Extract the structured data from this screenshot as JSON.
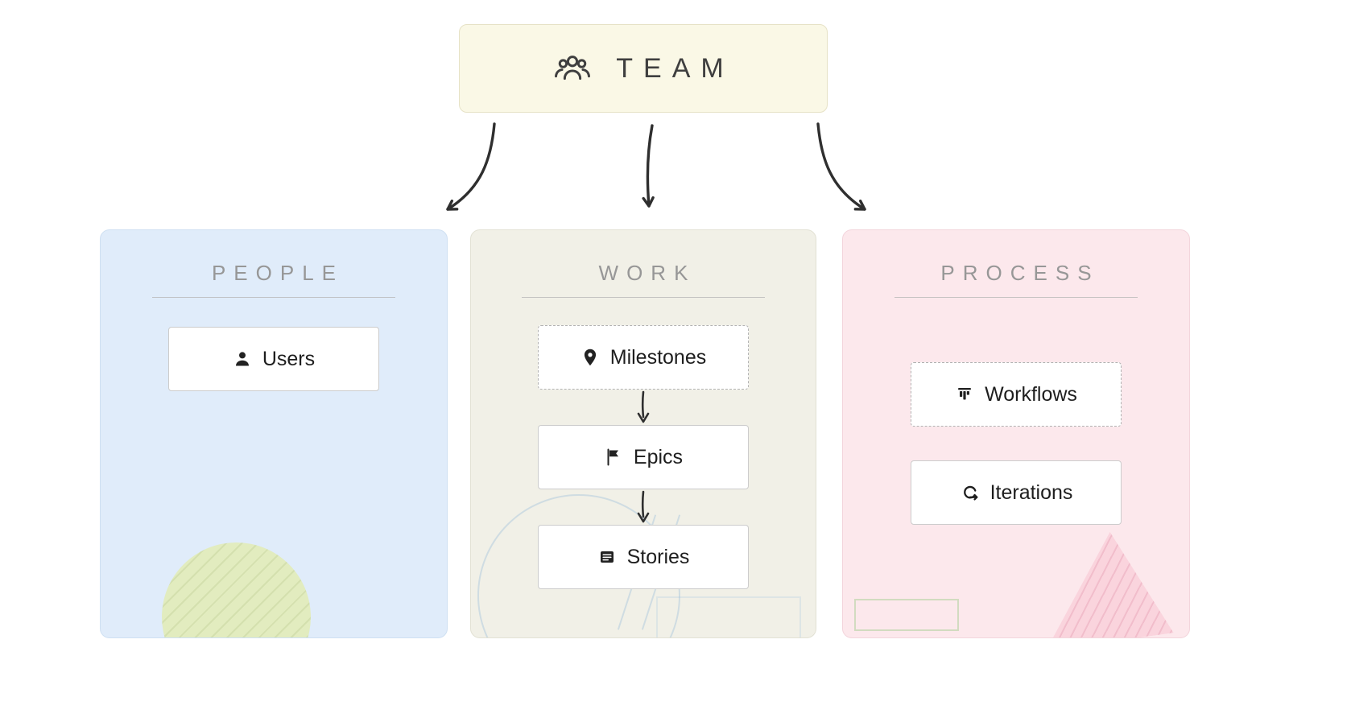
{
  "team": {
    "label": "TEAM",
    "icon": "team-people-icon"
  },
  "columns": [
    {
      "title": "PEOPLE",
      "items": [
        {
          "label": "Users",
          "icon": "user-icon",
          "dashed": false
        }
      ]
    },
    {
      "title": "WORK",
      "items": [
        {
          "label": "Milestones",
          "icon": "milestone-pin-icon",
          "dashed": true
        },
        {
          "label": "Epics",
          "icon": "epic-flag-icon",
          "dashed": false
        },
        {
          "label": "Stories",
          "icon": "story-doc-icon",
          "dashed": false
        }
      ]
    },
    {
      "title": "PROCESS",
      "items": [
        {
          "label": "Workflows",
          "icon": "workflows-columns-icon",
          "dashed": true
        },
        {
          "label": "Iterations",
          "icon": "iterations-loop-icon",
          "dashed": false
        }
      ]
    }
  ],
  "colors": {
    "team_bg": "#faf8e6",
    "people_bg": "#e0ecfa",
    "work_bg": "#f1f0e7",
    "process_bg": "#fce8ec",
    "arrow": "#2f2f2f"
  }
}
